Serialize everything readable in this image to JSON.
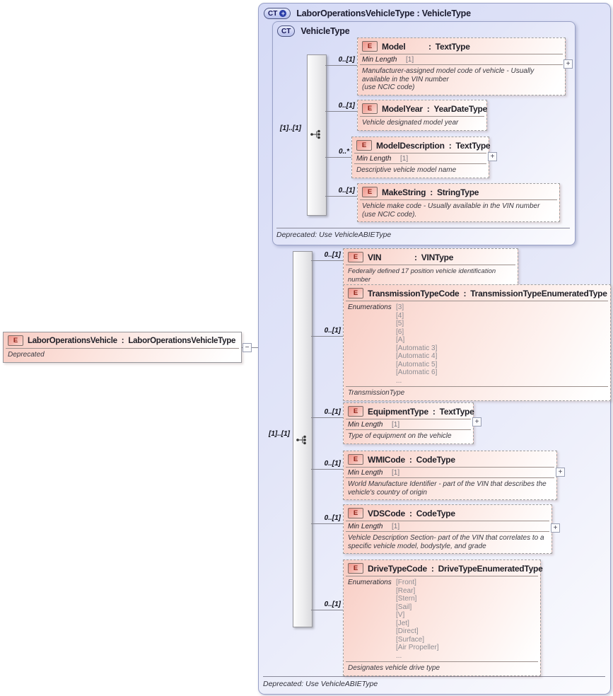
{
  "colon": ":",
  "glyphs": {
    "badge_element": "E",
    "badge_complex_type": "CT",
    "badge_plus": "+",
    "expand": "+",
    "collapse": "−"
  },
  "root_element": {
    "name": "LaborOperationsVehicle",
    "type": "LaborOperationsVehicleType",
    "annotation": "Deprecated"
  },
  "outer_box": {
    "title_name": "LaborOperationsVehicleType",
    "title_type": "VehicleType",
    "footer": "Deprecated: Use VehicleABIEType"
  },
  "inner_box": {
    "title": "VehicleType",
    "footer": "Deprecated: Use VehicleABIEType",
    "sequence_cardinality": "[1]..[1]"
  },
  "outer_sequence_cardinality": "[1]..[1]",
  "inner_elements": [
    {
      "name": "Model",
      "type": "TextType",
      "cardinality": "0..[1]",
      "facet_label": "Min Length",
      "facet_value": "[1]",
      "annotation": "Manufacturer-assigned model code of vehicle - Usually available in the VIN number\n(use NCIC code)"
    },
    {
      "name": "ModelYear",
      "type": "YearDateType",
      "cardinality": "0..[1]",
      "annotation": "Vehicle designated model year"
    },
    {
      "name": "ModelDescription",
      "type": "TextType",
      "cardinality": "0..*",
      "facet_label": "Min Length",
      "facet_value": "[1]",
      "annotation": "Descriptive vehicle model name"
    },
    {
      "name": "MakeString",
      "type": "StringType",
      "cardinality": "0..[1]",
      "annotation": "Vehicle make code - Usually available in the VIN number (use NCIC code)."
    }
  ],
  "outer_elements": [
    {
      "name": "VIN",
      "type": "VINType",
      "cardinality": "0..[1]",
      "annotation": "Federally defined 17 position vehicle identification number"
    },
    {
      "name": "TransmissionTypeCode",
      "type": "TransmissionTypeEnumeratedType",
      "cardinality": "0..[1]",
      "enum_label": "Enumerations",
      "enums": [
        "[3]",
        "[4]",
        "[5]",
        "[6]",
        "[A]",
        "[Automatic 3]",
        "[Automatic 4]",
        "[Automatic 5]",
        "[Automatic 6]",
        "..."
      ],
      "annotation": "TransmissionType"
    },
    {
      "name": "EquipmentType",
      "type": "TextType",
      "cardinality": "0..[1]",
      "facet_label": "Min Length",
      "facet_value": "[1]",
      "annotation": "Type of equipment on the vehicle"
    },
    {
      "name": "WMICode",
      "type": "CodeType",
      "cardinality": "0..[1]",
      "facet_label": "Min Length",
      "facet_value": "[1]",
      "annotation": "World Manufacture Identifier - part of the VIN that describes the vehicle's country of origin"
    },
    {
      "name": "VDSCode",
      "type": "CodeType",
      "cardinality": "0..[1]",
      "facet_label": "Min Length",
      "facet_value": "[1]",
      "annotation": "Vehicle Description Section- part of the VIN that correlates to a specific vehicle model, bodystyle, and grade"
    },
    {
      "name": "DriveTypeCode",
      "type": "DriveTypeEnumeratedType",
      "cardinality": "0..[1]",
      "enum_label": "Enumerations",
      "enums": [
        "[Front]",
        "[Rear]",
        "[Stern]",
        "[Sail]",
        "[V]",
        "[Jet]",
        "[Direct]",
        "[Surface]",
        "[Air Propeller]",
        "..."
      ],
      "annotation": "Designates vehicle drive type"
    }
  ]
}
